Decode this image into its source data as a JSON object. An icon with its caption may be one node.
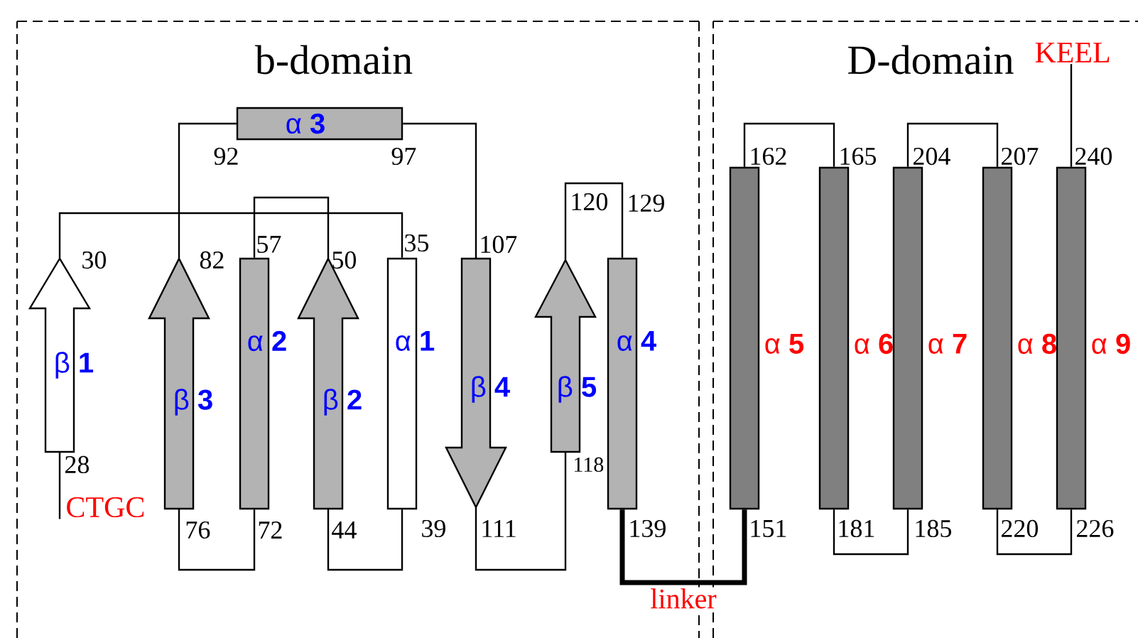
{
  "diagram": {
    "nodes": [
      {
        "text": [
          "b-domain"
        ]
      },
      {
        "text": [
          "D-domain"
        ]
      },
      {
        "text": [
          "β **1**"
        ],
        "beside": [
          "30",
          "28"
        ],
        "in": 0
      },
      {
        "text": [
          "α **1**"
        ],
        "beside": [
          "35",
          "39"
        ],
        "in": 0
      },
      {
        "text": [
          "β **2**"
        ],
        "beside": [
          "50",
          "44"
        ],
        "in": 0
      },
      {
        "text": [
          "α **2**"
        ],
        "beside": [
          "57",
          "72"
        ],
        "in": 0
      },
      {
        "text": [
          "β **3**"
        ],
        "beside": [
          "82",
          "76"
        ],
        "in": 0
      },
      {
        "text": [
          "α **3**"
        ],
        "beside": [
          "92",
          "97"
        ],
        "in": 0
      },
      {
        "text": [
          "β **4**"
        ],
        "beside": [
          "107",
          "111"
        ],
        "in": 0
      },
      {
        "text": [
          "β **5**"
        ],
        "beside": [
          "120",
          "118"
        ],
        "in": 0
      },
      {
        "text": [
          "α **4**"
        ],
        "beside": [
          "129",
          "139"
        ],
        "in": 0
      },
      {
        "text": [
          "α **5**"
        ],
        "beside": [
          "162",
          "151"
        ],
        "in": 1
      },
      {
        "text": [
          "α **6**"
        ],
        "beside": [
          "165",
          "181"
        ],
        "in": 1
      },
      {
        "text": [
          "α **7**"
        ],
        "beside": [
          "204",
          "185"
        ],
        "in": 1
      },
      {
        "text": [
          "α **8**"
        ],
        "beside": [
          "207",
          "220"
        ],
        "in": 1
      },
      {
        "text": [
          "α **9**"
        ],
        "beside": [
          "240",
          "226"
        ],
        "in": 1
      },
      {
        "text": [
          "CTGC"
        ],
        "in": 0
      },
      {
        "text": [
          "KEEL"
        ],
        "in": 1
      }
    ],
    "edges": [
      {
        "from": 2,
        "to": 16,
        "arrow": "none"
      },
      {
        "from": 2,
        "to": 3,
        "arrow": "none"
      },
      {
        "from": 3,
        "to": 4,
        "arrow": "none"
      },
      {
        "from": 4,
        "to": 5,
        "arrow": "none"
      },
      {
        "from": 5,
        "to": 6,
        "arrow": "none"
      },
      {
        "from": 6,
        "to": 7,
        "arrow": "none"
      },
      {
        "from": 7,
        "to": 8,
        "arrow": "none"
      },
      {
        "from": 8,
        "to": 9,
        "arrow": "none"
      },
      {
        "from": 9,
        "to": 10,
        "arrow": "none"
      },
      {
        "from": 10,
        "to": 11,
        "arrow": "none",
        "label": "linker",
        "style": "thick"
      },
      {
        "from": 11,
        "to": 12,
        "arrow": "none"
      },
      {
        "from": 12,
        "to": 13,
        "arrow": "none"
      },
      {
        "from": 13,
        "to": 14,
        "arrow": "none"
      },
      {
        "from": 14,
        "to": 15,
        "arrow": "none"
      },
      {
        "from": 15,
        "to": 17,
        "arrow": "none"
      }
    ]
  }
}
